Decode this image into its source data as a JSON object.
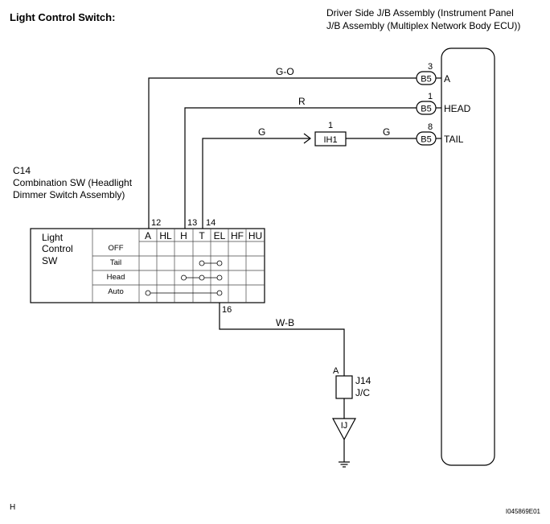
{
  "title": "Light Control Switch:",
  "ecu": {
    "line1": "Driver Side J/B Assembly (Instrument Panel",
    "line2": "J/B Assembly (Multiplex Network Body ECU))",
    "connector": "B5",
    "pins": [
      {
        "num": "3",
        "name": "A",
        "wire": "G-O"
      },
      {
        "num": "1",
        "name": "HEAD",
        "wire": "R"
      },
      {
        "num": "8",
        "name": "TAIL",
        "wire": "G"
      }
    ]
  },
  "inline_connector": {
    "label": "IH1",
    "pin": "1",
    "wire_in": "G"
  },
  "switch": {
    "code": "C14",
    "name_line1": "Combination SW (Headlight",
    "name_line2": "Dimmer Switch Assembly)",
    "label_line1": "Light",
    "label_line2": "Control",
    "label_line3": "SW",
    "terminals": [
      "A",
      "HL",
      "H",
      "T",
      "EL",
      "HF",
      "HU"
    ],
    "pin_numbers": {
      "A": "12",
      "H": "13",
      "T": "14",
      "EL": "16"
    },
    "positions": [
      "OFF",
      "Tail",
      "Head",
      "Auto"
    ]
  },
  "ground_wire": "W-B",
  "jc": {
    "code": "J14",
    "name": "J/C",
    "pin": "A"
  },
  "ground_point": "IJ",
  "footer_left": "H",
  "footer_right": "I045869E01"
}
